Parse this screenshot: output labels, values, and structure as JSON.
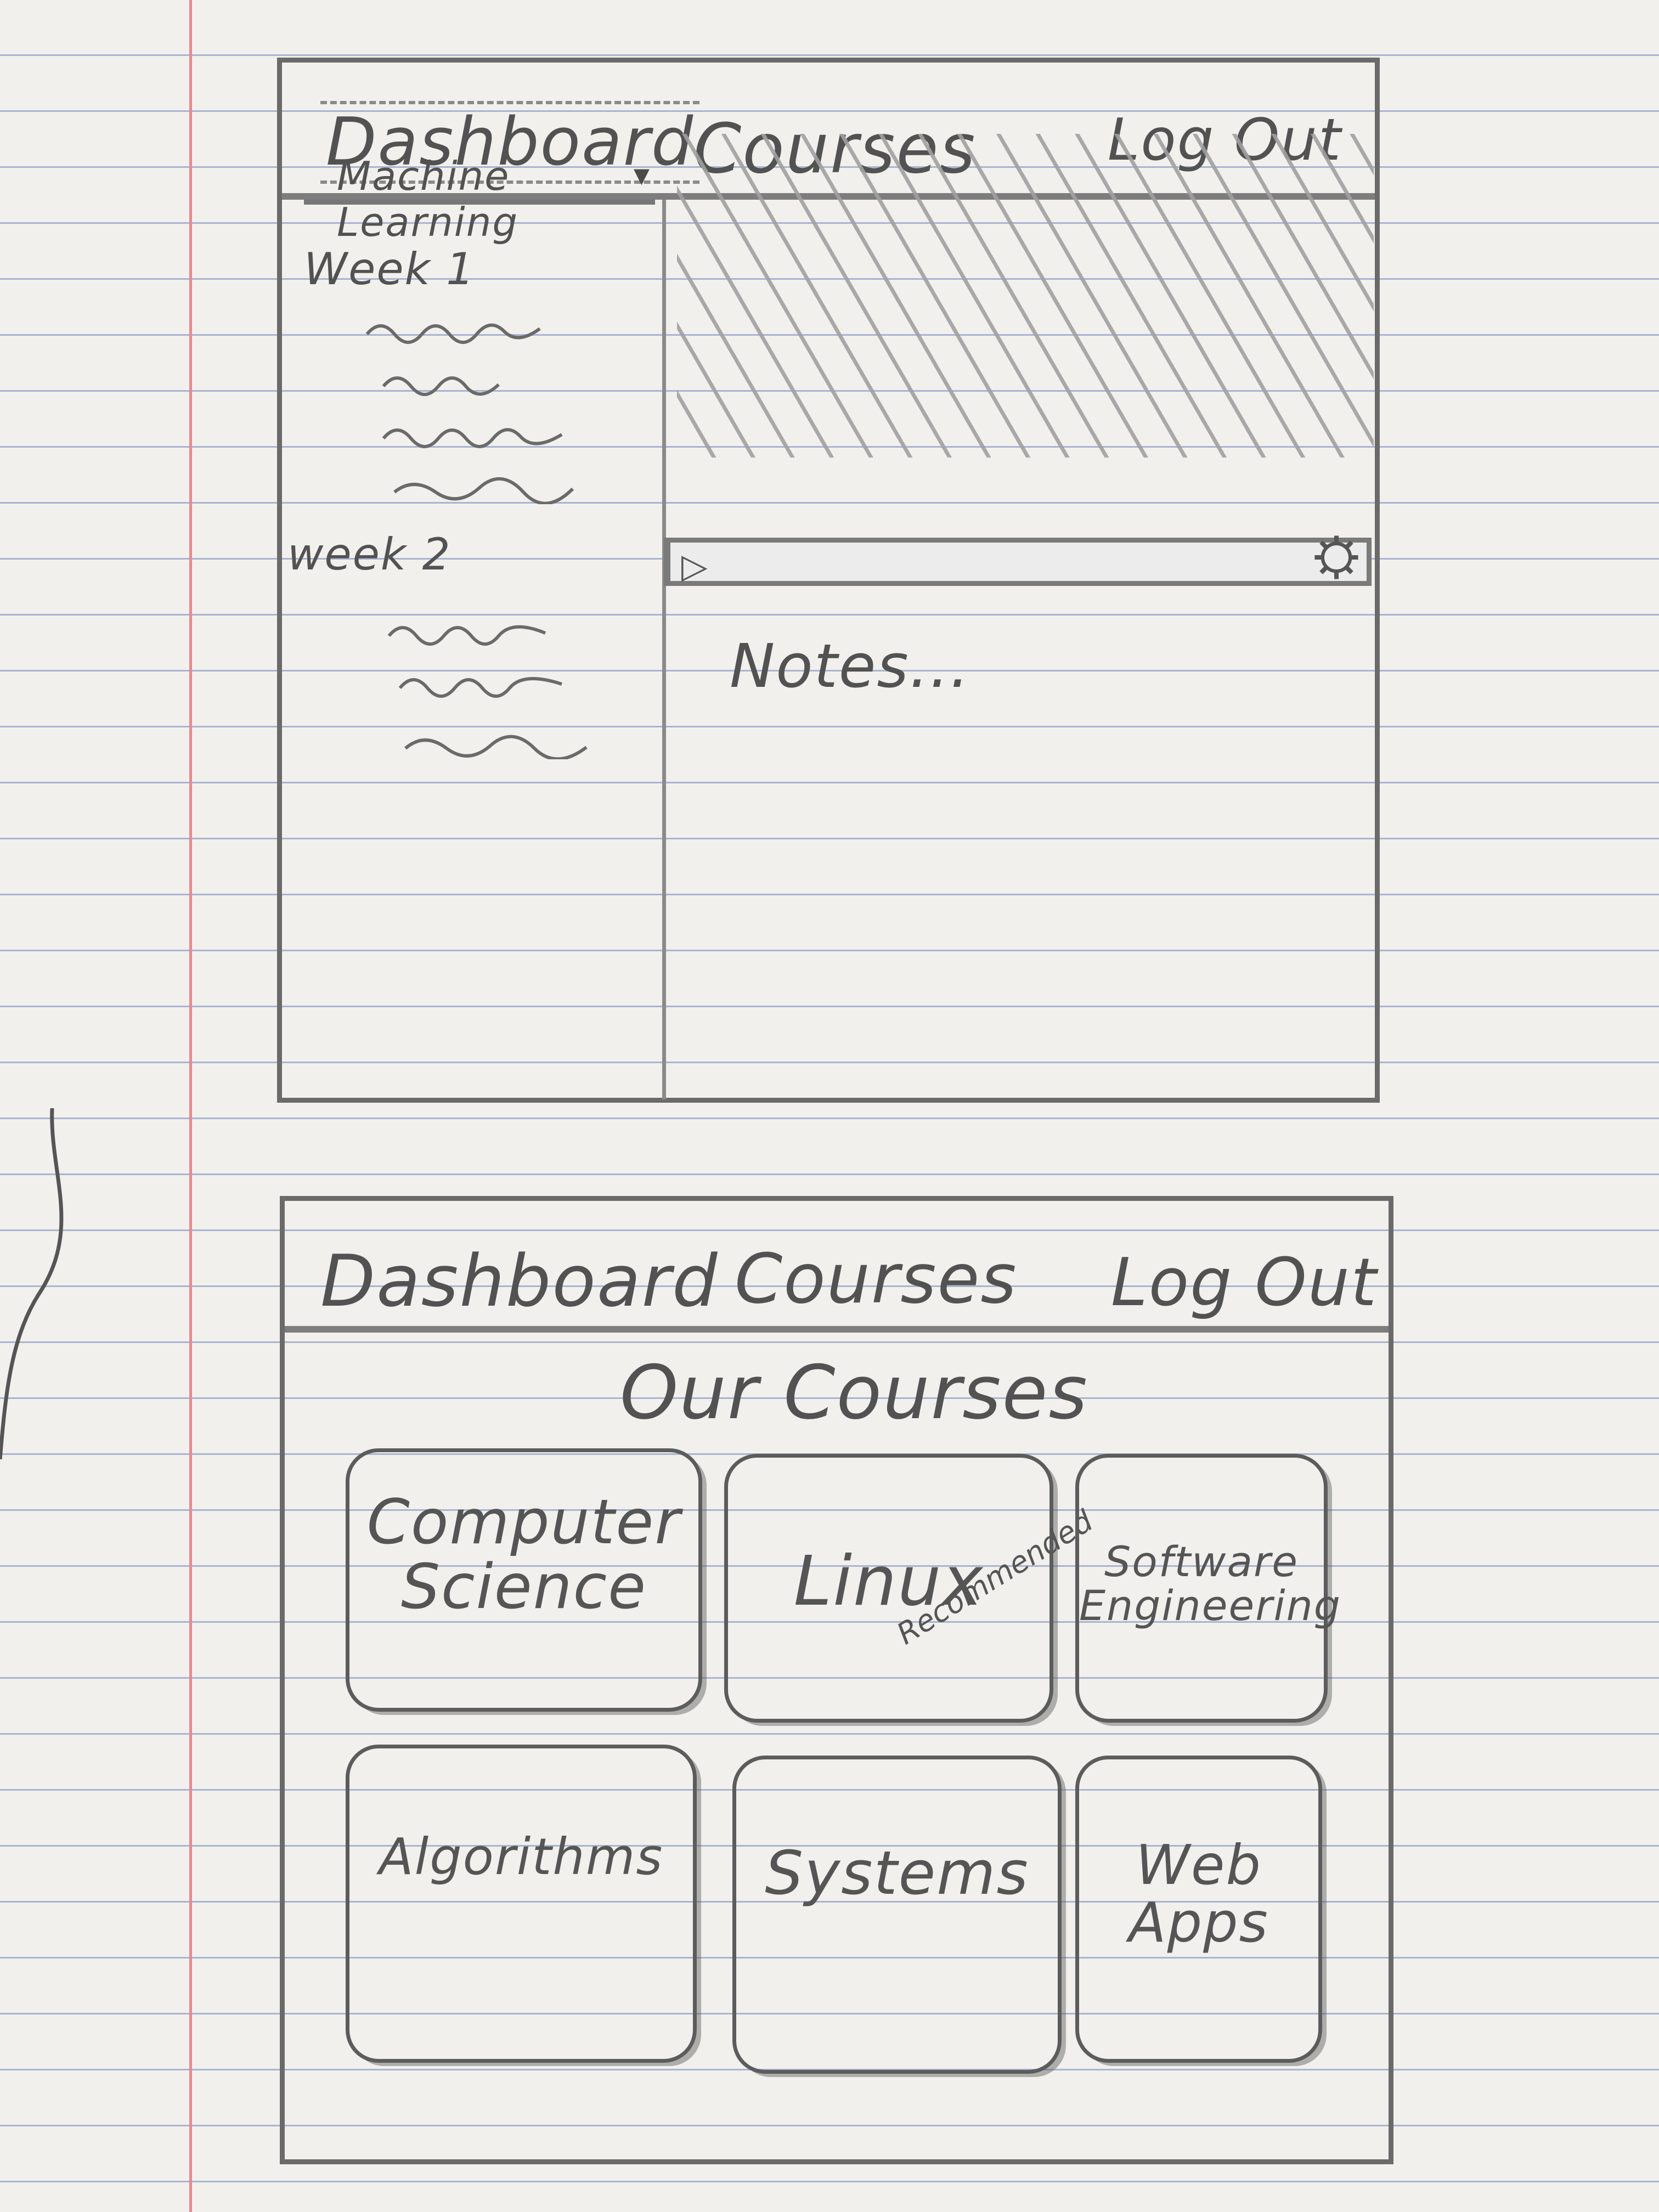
{
  "wireframe_course_view": {
    "nav": {
      "dashboard": "Dashboard",
      "courses": "Courses",
      "logout": "Log Out"
    },
    "sidebar": {
      "course_selector": "Machine Learning",
      "weeks": [
        {
          "label": "Week 1",
          "lesson_count": 4
        },
        {
          "label": "week 2",
          "lesson_count": 3
        }
      ]
    },
    "player": {
      "play_icon": "play-icon",
      "settings_icon": "gear-icon"
    },
    "notes_placeholder": "Notes..."
  },
  "wireframe_courses_page": {
    "nav": {
      "dashboard": "Dashboard",
      "courses": "Courses",
      "logout": "Log Out"
    },
    "heading": "Our Courses",
    "courses": [
      {
        "name": "Computer\nScience"
      },
      {
        "name": "Linux",
        "badge": "Recommended"
      },
      {
        "name": "Software\nEngineering"
      },
      {
        "name": "Algorithms"
      },
      {
        "name": "Systems"
      },
      {
        "name": "Web\nApps"
      }
    ]
  },
  "colors": {
    "paper": "#f1f0ec",
    "rule_line": "#a9b4cf",
    "margin_line": "#e48a8f",
    "pencil": "#5a5a5a"
  }
}
